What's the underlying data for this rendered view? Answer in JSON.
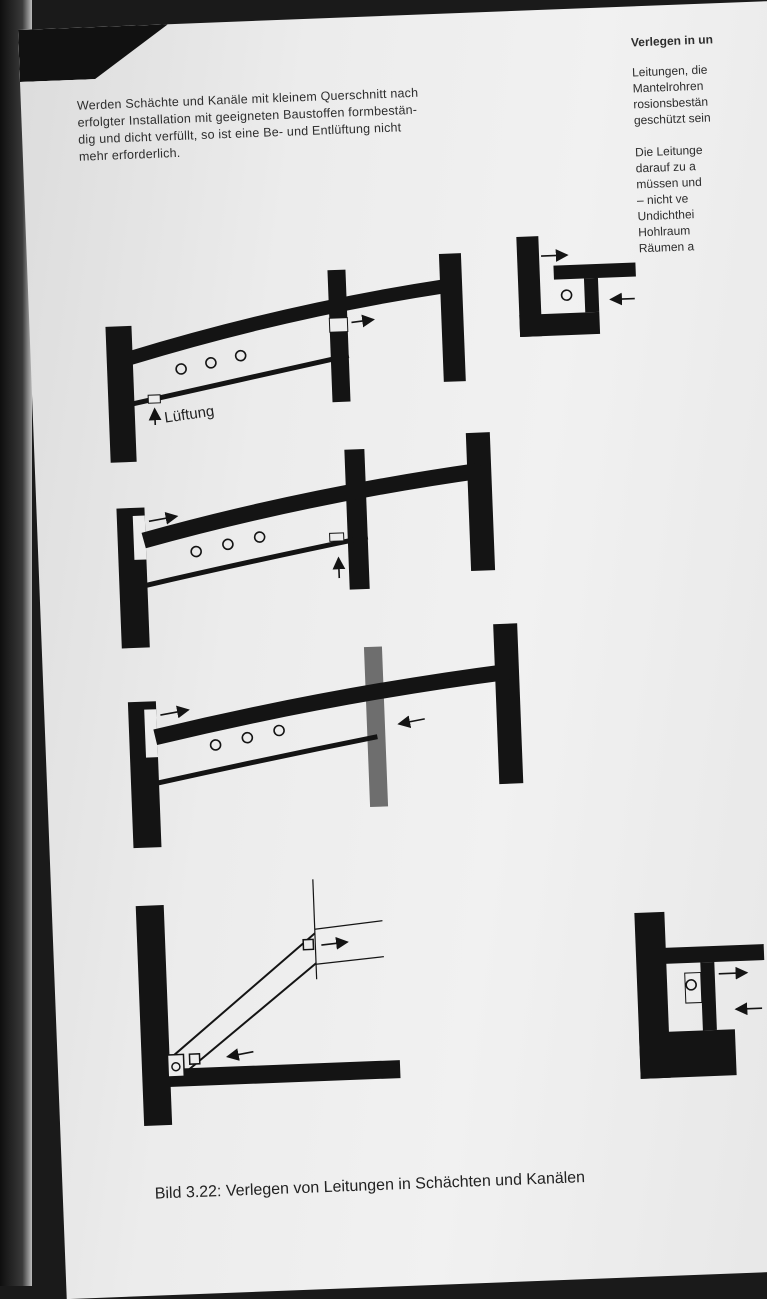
{
  "intro_lines": [
    "Werden Schächte und Kanäle mit kleinem Querschnitt nach",
    "erfolgter Installation mit geeigneten Baustoffen formbestän-",
    "dig und dicht verfüllt, so ist eine Be- und Entlüftung nicht",
    "mehr erforderlich."
  ],
  "right_column": {
    "heading": "Verlegen in un",
    "para1": [
      "Leitungen, die",
      "Mantelrohren",
      "rosionsbestän",
      "geschützt sein"
    ],
    "para2": [
      "Die Leitunge",
      "darauf zu a",
      "müssen und",
      "– nicht ve",
      "Undichthei",
      "Hohlraum",
      "Räumen a"
    ]
  },
  "figure_label": "Lüftung",
  "caption": "Bild 3.22: Verlegen von Leitungen in Schächten und Kanälen",
  "colors": {
    "ink": "#141414",
    "paper": "#ededed"
  }
}
